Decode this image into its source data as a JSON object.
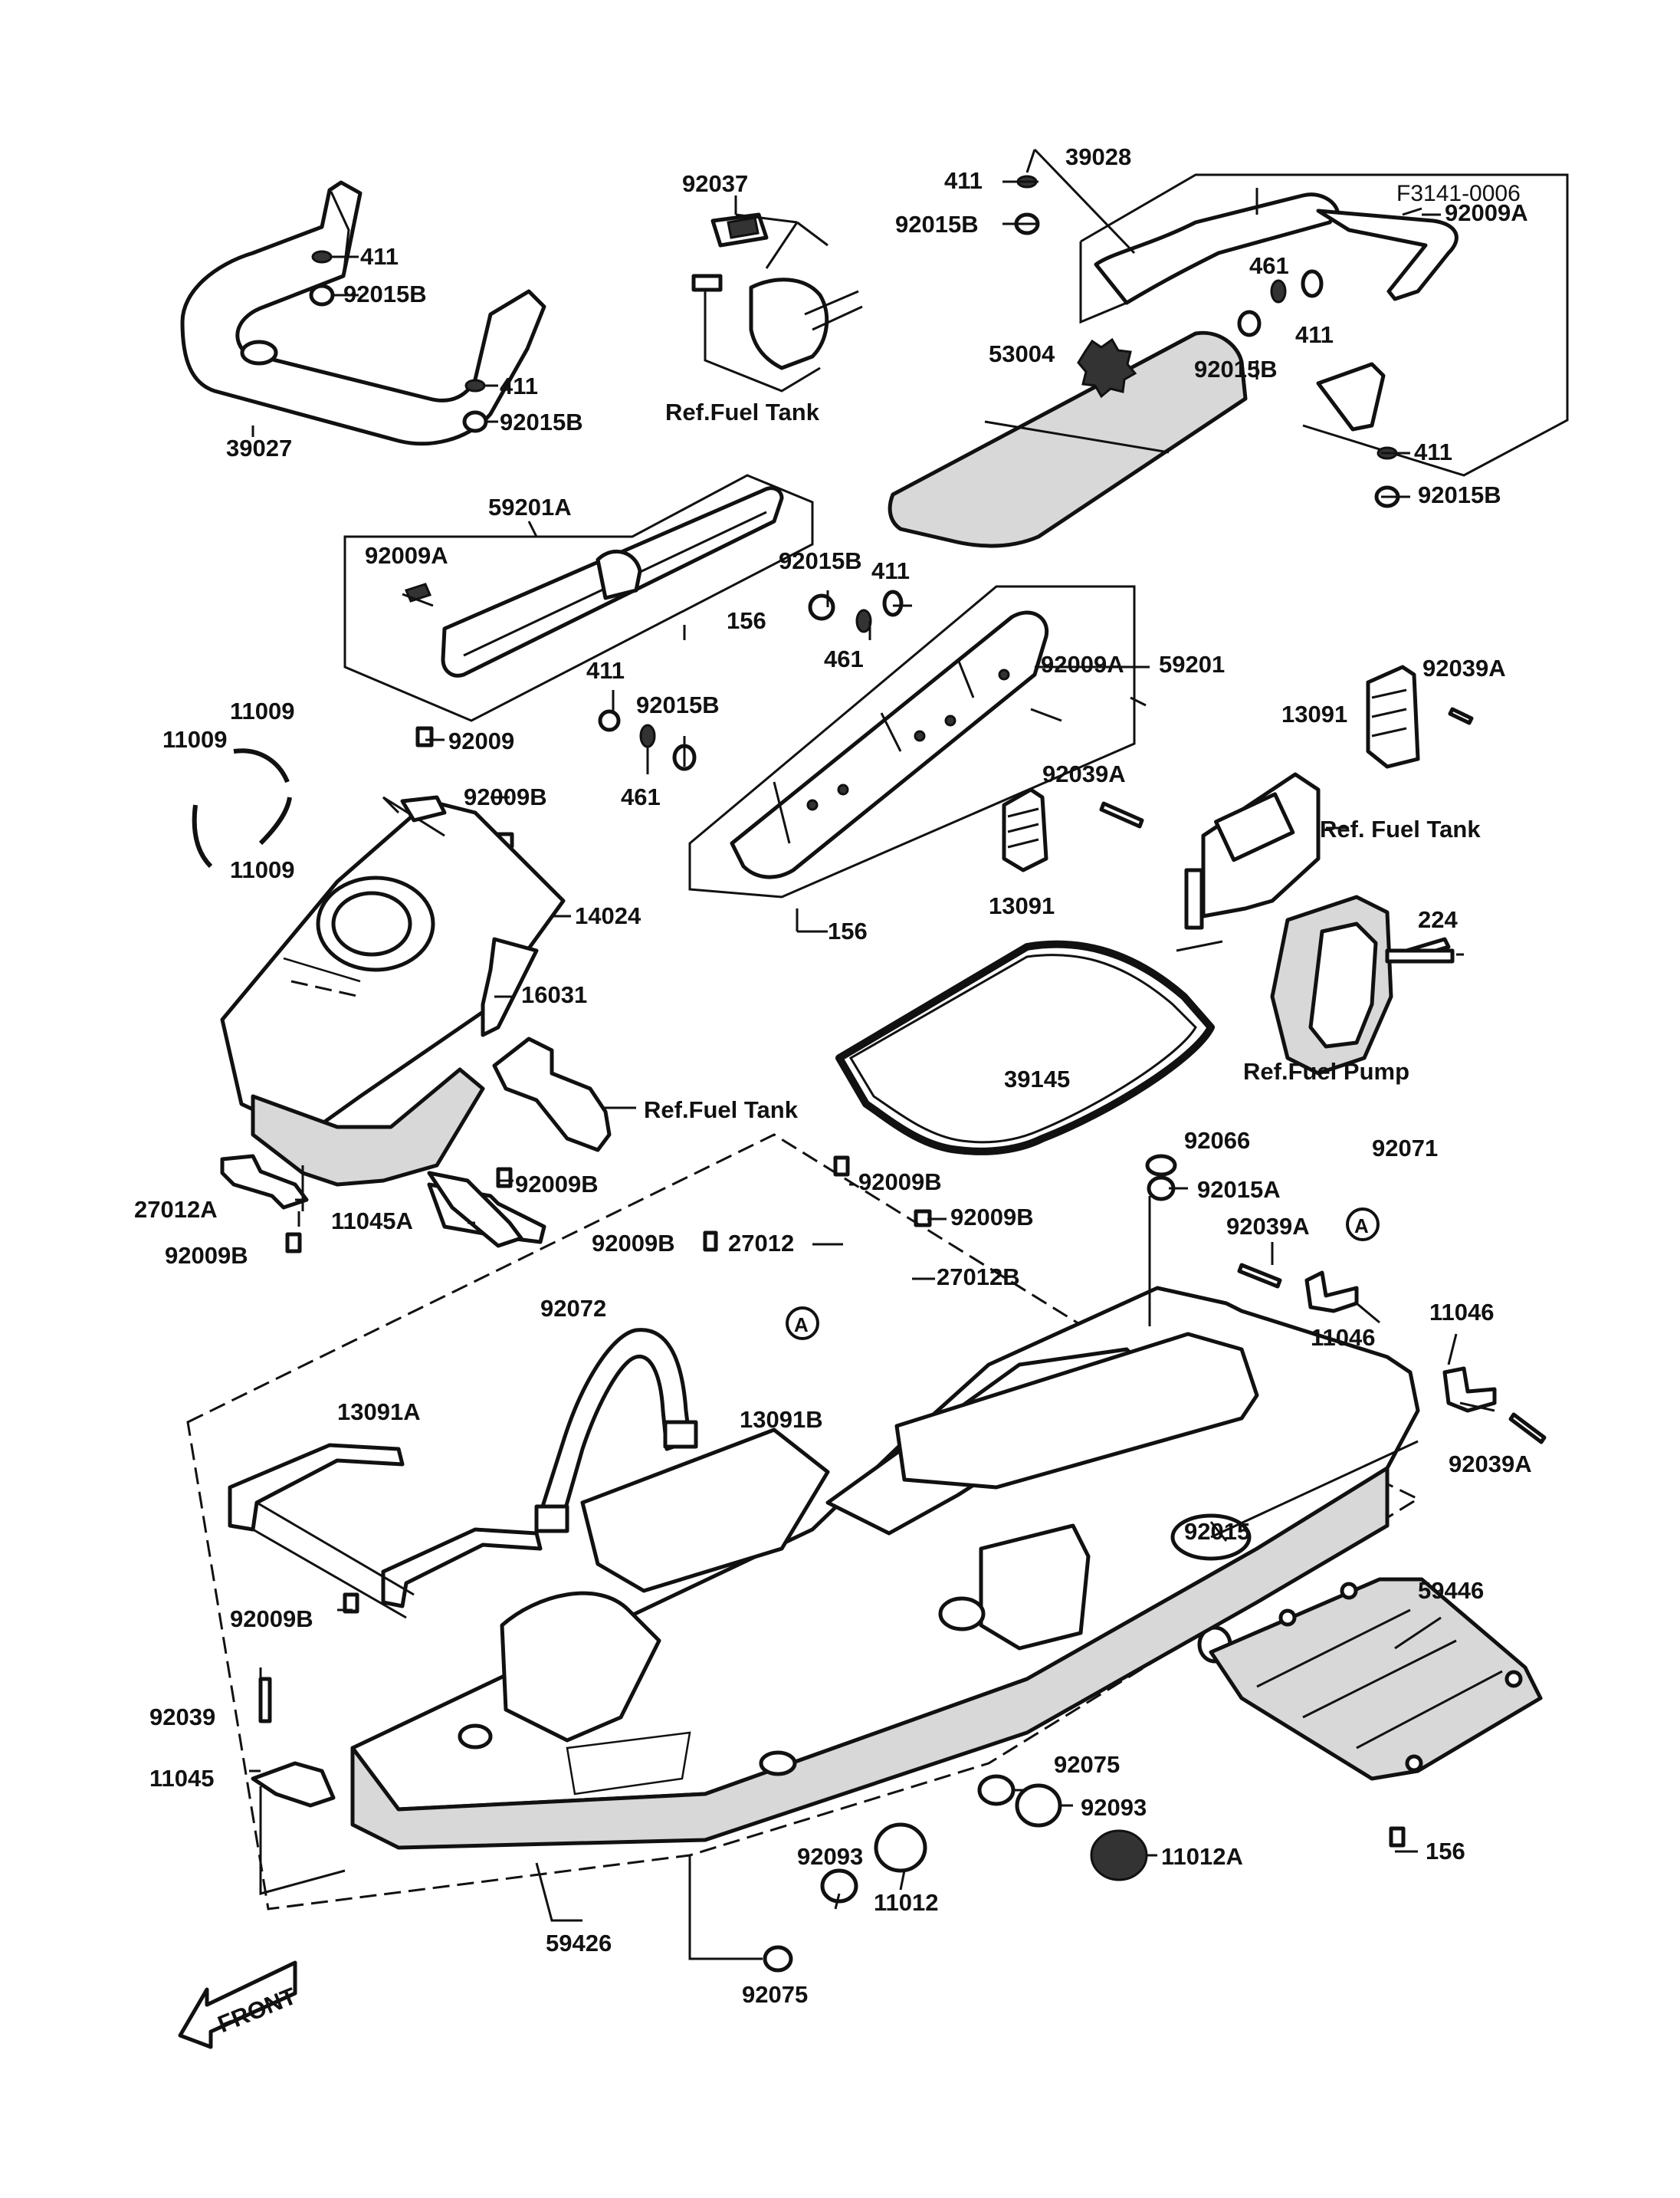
{
  "diagram_code": "F3141-0006",
  "parts": {
    "p39028": "39028",
    "p411_a": "411",
    "p92015B_a": "92015B",
    "p92009A_a": "92009A",
    "p461_a": "461",
    "p411_b": "411",
    "p92015B_b": "92015B",
    "p53004": "53004",
    "p411_c": "411",
    "p92015B_c": "92015B",
    "p92037": "92037",
    "ref_fuel_tank_a": "Ref.Fuel Tank",
    "p411_d": "411",
    "p92015B_d": "92015B",
    "p411_e": "411",
    "p92015B_e": "92015B",
    "p39027": "39027",
    "p59201A": "59201A",
    "p92009A_b": "92009A",
    "p156_a": "156",
    "p92015B_f": "92015B",
    "p411_f": "411",
    "p461_b": "461",
    "p92009A_c": "92009A",
    "p59201": "59201",
    "p411_g": "411",
    "p92015B_g": "92015B",
    "p461_c": "461",
    "p11009_a": "11009",
    "p11009_b": "11009",
    "p11009_c": "11009",
    "p92009": "92009",
    "p92009B_a": "92009B",
    "p14024": "14024",
    "p16031": "16031",
    "p13091_a": "13091",
    "p92039A_a": "92039A",
    "p92039A_b": "92039A",
    "p13091_b": "13091",
    "ref_fuel_tank_b": "Ref. Fuel Tank",
    "p156_b": "156",
    "p224": "224",
    "ref_fuel_pump": "Ref.Fuel Pump",
    "p39145": "39145",
    "ref_fuel_tank_c": "Ref.Fuel Tank",
    "p27012A": "27012A",
    "p92009B_b": "92009B",
    "p11045A": "11045A",
    "p92009B_c": "92009B",
    "p92009B_d": "92009B",
    "p92009B_e": "92009B",
    "p27012": "27012",
    "p92009B_f": "92009B",
    "p27012B": "27012B",
    "p92066": "92066",
    "p92015A": "92015A",
    "p92071": "92071",
    "p92039A_c": "92039A",
    "mark_a1": "A",
    "mark_a2": "A",
    "p11046_a": "11046",
    "p11046_b": "11046",
    "p92039A_d": "92039A",
    "p92072": "92072",
    "p13091B": "13091B",
    "p13091A": "13091A",
    "p92015": "92015",
    "p59446": "59446",
    "p92009B_g": "92009B",
    "p92039": "92039",
    "p11045": "11045",
    "p92075_a": "92075",
    "p92093_a": "92093",
    "p11012A": "11012A",
    "p92093_b": "92093",
    "p11012": "11012",
    "p156_c": "156",
    "p59426": "59426",
    "p92075_b": "92075",
    "front_label": "FRONT"
  }
}
